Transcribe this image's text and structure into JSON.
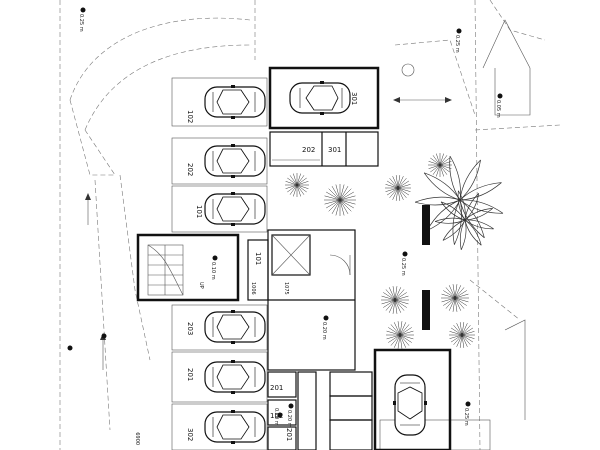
{
  "parking_labels": [
    "102",
    "202",
    "101",
    "203",
    "201",
    "302",
    "301"
  ],
  "storage_labels": [
    "202",
    "301",
    "201",
    "102",
    "201"
  ],
  "room_labels": [
    "101",
    "1006",
    "1075"
  ],
  "levels": [
    "0.25 m",
    "0.25 m",
    "0.05 m",
    "0.10 m",
    "0.25 m",
    "0.20 m",
    "0.25 m",
    "0.20 m"
  ],
  "misc": [
    "UP",
    "0.20 m",
    "0069"
  ]
}
